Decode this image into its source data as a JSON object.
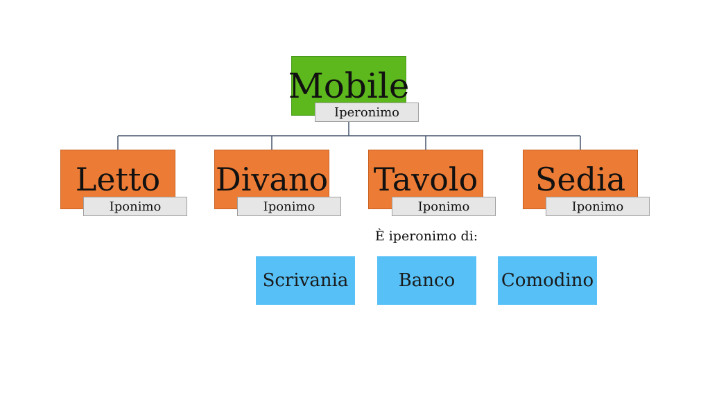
{
  "colors": {
    "root_fill": "#5cb81c",
    "child_fill": "#ec7c35",
    "role_fill": "#e6e6e6",
    "example_fill": "#56c0f7",
    "connector": "#44546a"
  },
  "root": {
    "label": "Mobile",
    "role": "Iperonimo"
  },
  "children": [
    {
      "label": "Letto",
      "role": "Iponimo"
    },
    {
      "label": "Divano",
      "role": "Iponimo"
    },
    {
      "label": "Tavolo",
      "role": "Iponimo"
    },
    {
      "label": "Sedia",
      "role": "Iponimo"
    }
  ],
  "caption": "È iperonimo di:",
  "examples": [
    "Scrivania",
    "Banco",
    "Comodino"
  ]
}
